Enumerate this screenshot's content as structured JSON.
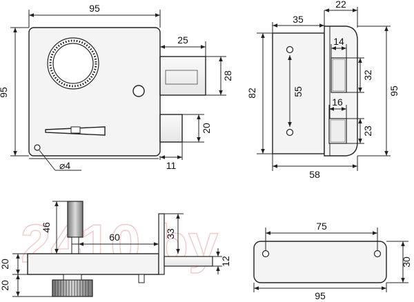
{
  "watermark": "2410.by",
  "front_view": {
    "width_label": "95",
    "height_label": "95",
    "deadbolt_length_label": "25",
    "deadbolt_height_label": "28",
    "latch_height_label": "20",
    "latch_length_label": "11",
    "hole_diameter_label": "⌀4"
  },
  "side_view": {
    "body_depth_label": "35",
    "faceplate_label": "22",
    "height_label": "82",
    "overall_height_label": "95",
    "hole_spacing_label": "55",
    "upper_slot_width_label": "14",
    "upper_slot_height_label": "32",
    "lower_slot_width_label": "16",
    "lower_slot_height_label": "23",
    "overall_depth_label": "58"
  },
  "bottom_view": {
    "cylinder_height_label": "46",
    "spindle_label": "60",
    "plate_height_label": "33",
    "left_top_label": "20",
    "left_bottom_label": "20",
    "bolt_label": "12"
  },
  "strike_plate": {
    "hole_spacing_label": "75",
    "length_label": "95",
    "height_label": "30"
  }
}
